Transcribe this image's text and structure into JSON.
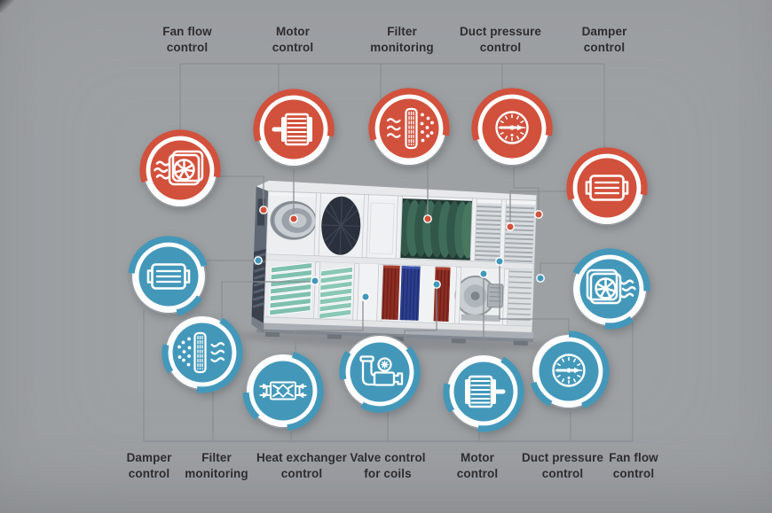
{
  "colors": {
    "red": "#d2513c",
    "blue": "#4398ba",
    "line": "#8a8e92",
    "text": "#2d2d2f"
  },
  "top_controls": [
    {
      "label_line1": "Fan flow",
      "label_line2": "control",
      "icon": "fan-icon"
    },
    {
      "label_line1": "Motor",
      "label_line2": "control",
      "icon": "motor-icon"
    },
    {
      "label_line1": "Filter",
      "label_line2": "monitoring",
      "icon": "filter-icon"
    },
    {
      "label_line1": "Duct pressure",
      "label_line2": "control",
      "icon": "pressure-gauge-icon"
    },
    {
      "label_line1": "Damper",
      "label_line2": "control",
      "icon": "damper-icon"
    }
  ],
  "bottom_controls": [
    {
      "label_line1": "Damper",
      "label_line2": "control",
      "icon": "damper-icon"
    },
    {
      "label_line1": "Filter",
      "label_line2": "monitoring",
      "icon": "filter-icon"
    },
    {
      "label_line1": "Heat exchanger",
      "label_line2": "control",
      "icon": "heat-exchanger-icon"
    },
    {
      "label_line1": "Valve control",
      "label_line2": "for coils",
      "icon": "valve-icon"
    },
    {
      "label_line1": "Motor",
      "label_line2": "control",
      "icon": "motor-icon"
    },
    {
      "label_line1": "Duct pressure",
      "label_line2": "control",
      "icon": "pressure-gauge-icon"
    },
    {
      "label_line1": "Fan flow",
      "label_line2": "control",
      "icon": "fan-icon"
    }
  ]
}
